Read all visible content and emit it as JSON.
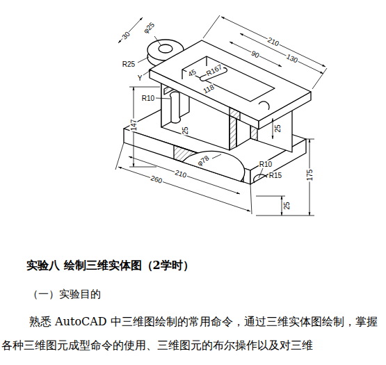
{
  "diagram": {
    "title": "实验八 绘制三维实体图（2学时）",
    "labels": [
      "30",
      "φ25",
      "210",
      "R25",
      "130",
      "90",
      "Y",
      "45",
      "R167",
      "118",
      "R10",
      "25",
      "147",
      "25",
      "175",
      "φ78",
      "R10",
      "R15",
      "210",
      "260",
      "25",
      "（一）实验目的",
      "熟悉 AutoCAD 中三维图绘制的常用命令，通过三维实体图绘制，掌握各种三维图元成型命令的使用、三维图元的布尔操作以及对三维"
    ]
  }
}
